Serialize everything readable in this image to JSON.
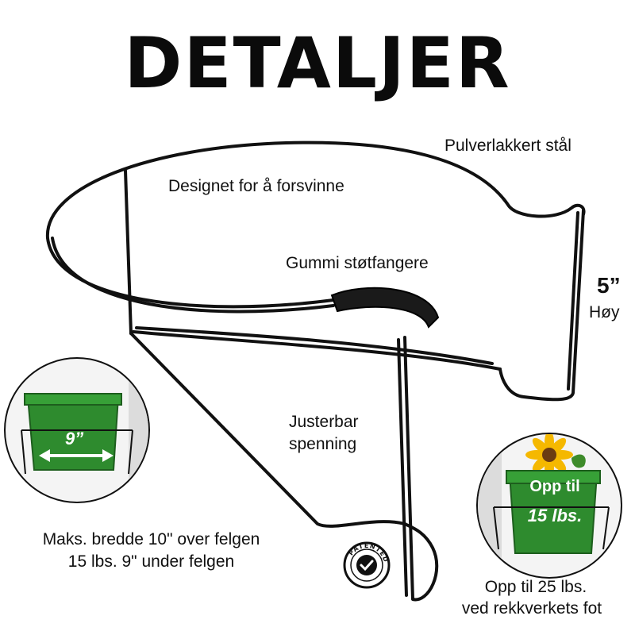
{
  "title": "DETALJER",
  "labels": {
    "powder_coated": "Pulverlakkert stål",
    "designed_disappear": "Designet for å forsvinne",
    "rubber_bumpers": "Gummi støtfangere",
    "height_value": "5”",
    "height_label": "Høy",
    "adjustable_line1": "Justerbar",
    "adjustable_line2": "spenning",
    "max_width_line1": "Maks. bredde 10\" over felgen",
    "max_width_line2": "15 lbs. 9\" under felgen",
    "foot_line1": "Opp til 25 lbs.",
    "foot_line2": "ved rekkverkets fot"
  },
  "left_inset": {
    "dimension": "9”"
  },
  "right_inset": {
    "line1": "Opp til",
    "line2": "15 lbs."
  },
  "badge": {
    "text": "PATENTED"
  },
  "colors": {
    "pot_green": "#2e8b2e",
    "frame_black": "#111111",
    "sunflower": "#f5b800"
  },
  "icons": {
    "badge": "checkmark-icon",
    "flower": "sunflower-icon"
  }
}
